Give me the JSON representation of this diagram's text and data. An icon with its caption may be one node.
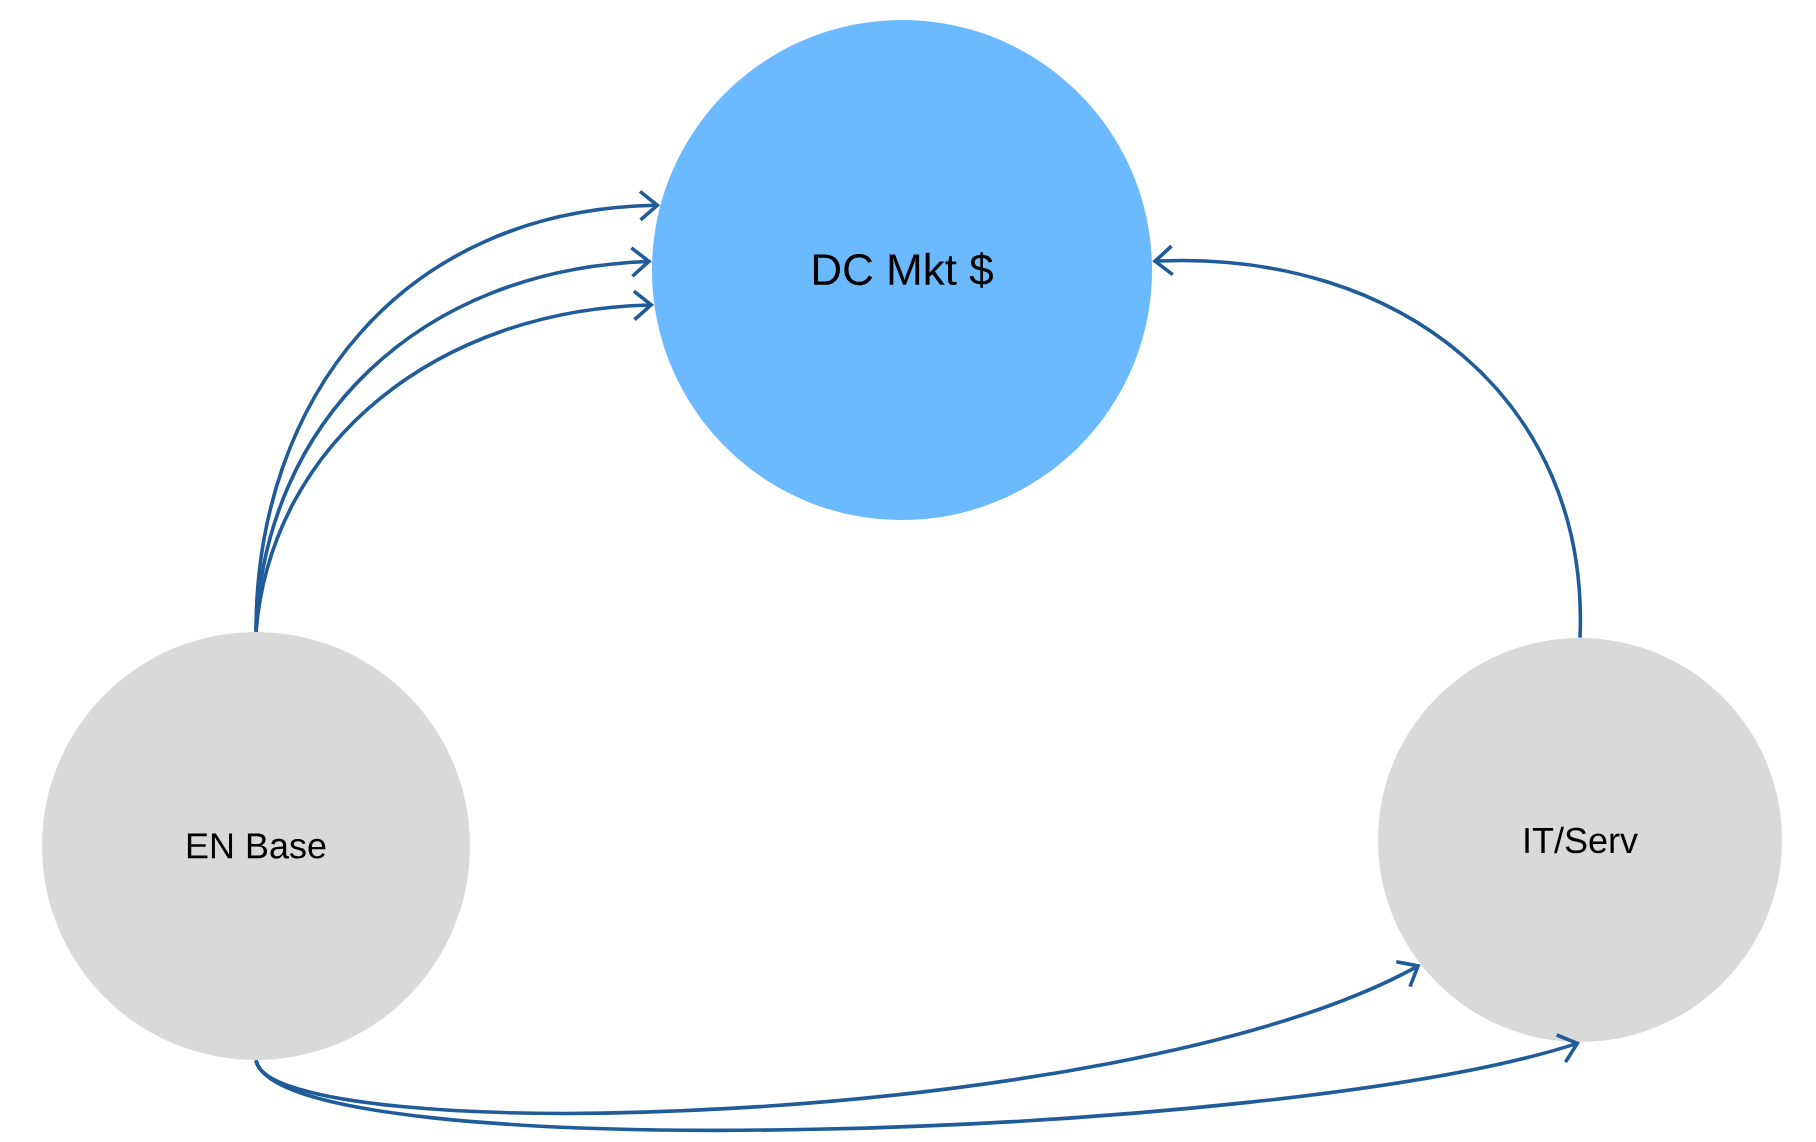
{
  "diagram": {
    "nodes": [
      {
        "text": [
          "EN Base"
        ]
      },
      {
        "text": [
          "DC Mkt $"
        ]
      },
      {
        "text": [
          "IT/Serv"
        ]
      }
    ],
    "edges": [
      {
        "from": 0,
        "to": 1,
        "arrow": "to"
      },
      {
        "from": 0,
        "to": 1,
        "arrow": "to"
      },
      {
        "from": 0,
        "to": 1,
        "arrow": "to"
      },
      {
        "from": 2,
        "to": 1,
        "arrow": "to"
      },
      {
        "from": 0,
        "to": 2,
        "arrow": "to"
      },
      {
        "from": 0,
        "to": 2,
        "arrow": "to"
      }
    ]
  }
}
